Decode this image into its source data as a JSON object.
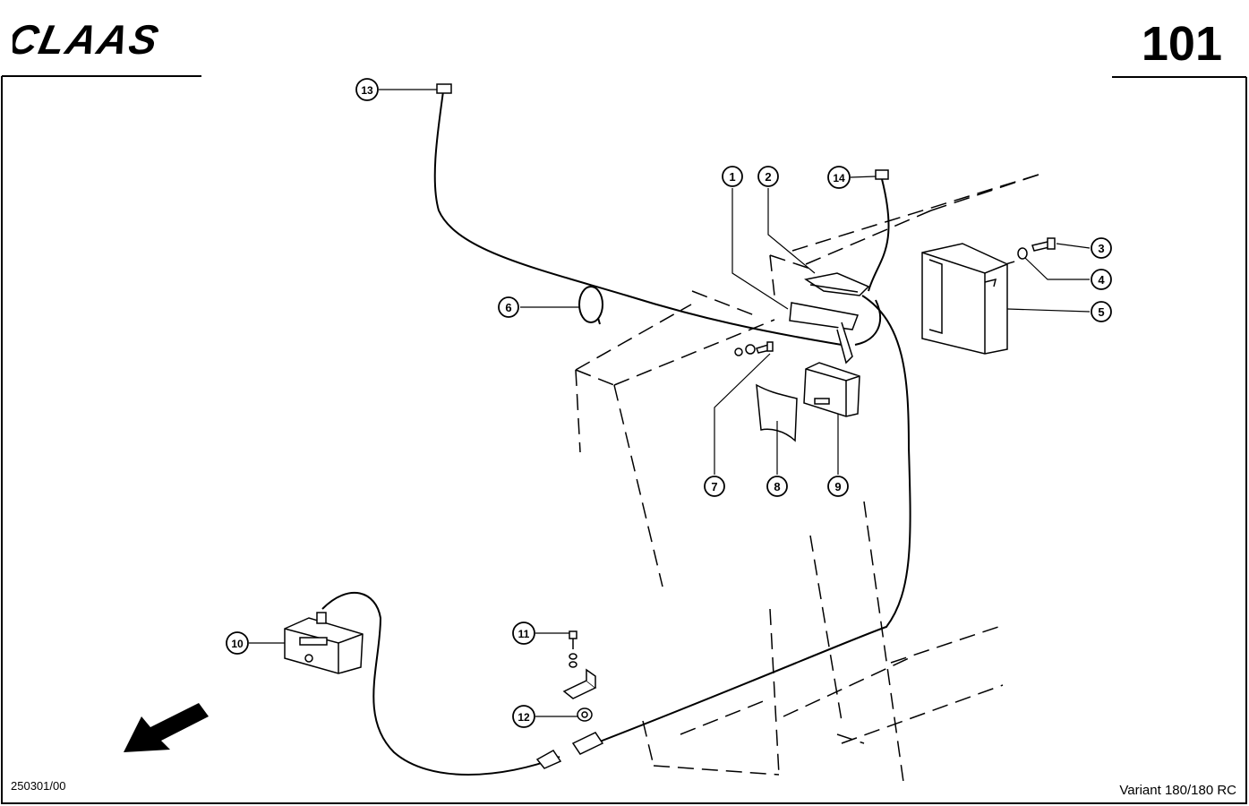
{
  "header": {
    "brand": "CLAAS",
    "page_number": "101"
  },
  "footer": {
    "doc_ref": "250301/00",
    "model": "Variant 180/180 RC"
  },
  "callouts": [
    "1",
    "2",
    "3",
    "4",
    "5",
    "6",
    "7",
    "8",
    "9",
    "10",
    "11",
    "12",
    "13",
    "14"
  ]
}
